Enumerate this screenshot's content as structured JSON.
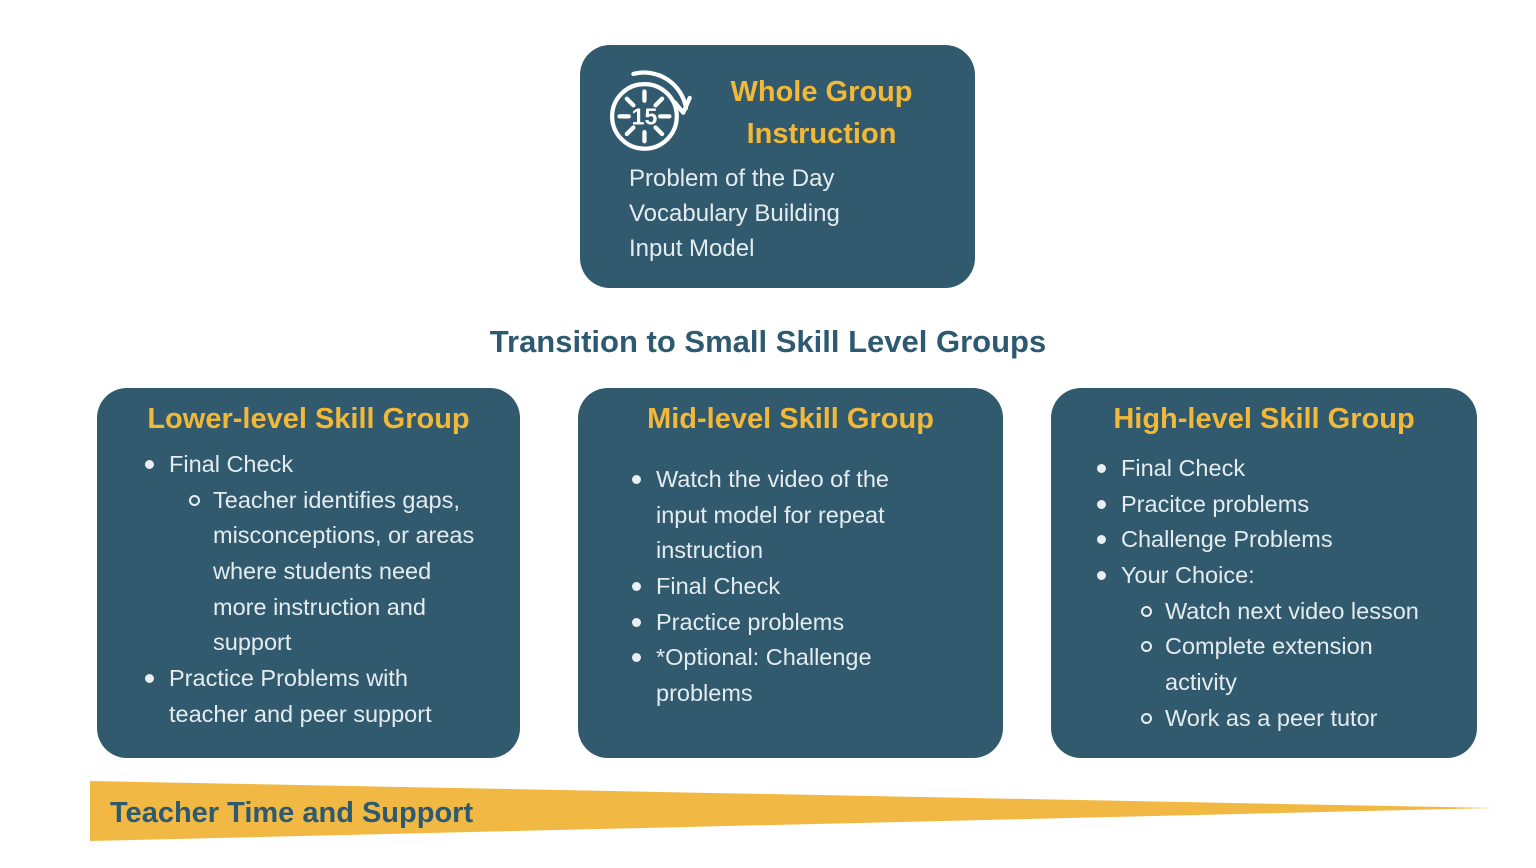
{
  "colors": {
    "card_background": "#315a6e",
    "accent_yellow": "#f2b838",
    "wedge_yellow": "#f1b844",
    "heading_teal": "#2d5a70",
    "body_text": "#e4ecef",
    "page_background": "#ffffff"
  },
  "top_box": {
    "icon": "timer-15-icon",
    "minutes": "15",
    "title_line1": "Whole Group",
    "title_line2": "Instruction",
    "lines": [
      "Problem of the Day",
      "Vocabulary Building",
      "Input Model"
    ]
  },
  "transition": {
    "label": "Transition to Small Skill Level Groups"
  },
  "groups": [
    {
      "title": "Lower-level Skill Group",
      "items": [
        {
          "level": 1,
          "text": "Final Check"
        },
        {
          "level": 2,
          "text": "Teacher identifies gaps,\nmisconceptions, or areas\nwhere students need\nmore instruction and\nsupport"
        },
        {
          "level": 1,
          "text": "Practice Problems with\nteacher and peer support"
        }
      ]
    },
    {
      "title": "Mid-level Skill Group",
      "items": [
        {
          "level": 1,
          "text": "Watch the video of the\ninput model for repeat\ninstruction"
        },
        {
          "level": 1,
          "text": "Final Check"
        },
        {
          "level": 1,
          "text": "Practice problems"
        },
        {
          "level": 1,
          "text": "*Optional: Challenge\nproblems"
        }
      ]
    },
    {
      "title": "High-level Skill Group",
      "items": [
        {
          "level": 1,
          "text": "Final Check"
        },
        {
          "level": 1,
          "text": "Pracitce problems"
        },
        {
          "level": 1,
          "text": "Challenge Problems"
        },
        {
          "level": 1,
          "text": "Your Choice:"
        },
        {
          "level": 2,
          "text": "Watch next video lesson"
        },
        {
          "level": 2,
          "text": "Complete extension\nactivity"
        },
        {
          "level": 2,
          "text": "Work as a peer tutor"
        }
      ]
    }
  ],
  "footer": {
    "label": "Teacher Time and Support"
  }
}
